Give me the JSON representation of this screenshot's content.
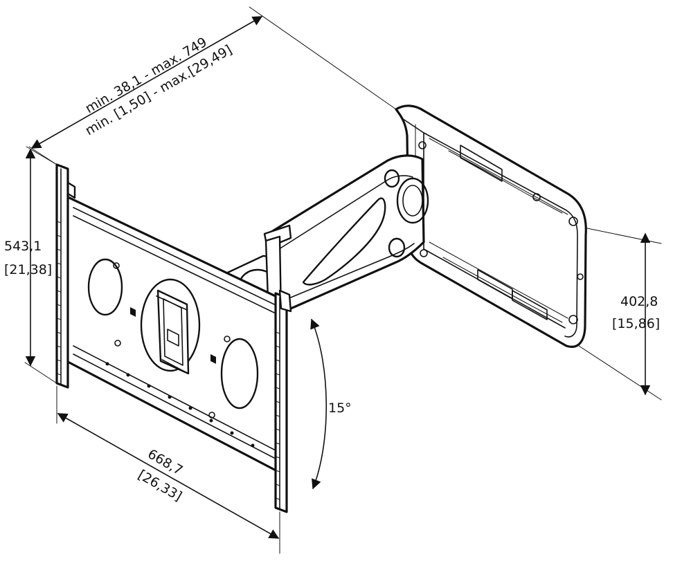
{
  "drawing": {
    "dimensions": {
      "extension": {
        "line1": "min. 38,1 - max. 749",
        "line2": "min. [1,50] - max.[29,49]"
      },
      "wall_height": {
        "value": "543,1",
        "imperial": "[21,38]"
      },
      "plate_width": {
        "value": "668,7",
        "imperial": "[26,33]"
      },
      "arm_height": {
        "value": "402,8",
        "imperial": "[15,86]"
      },
      "tilt": {
        "value": "15°"
      }
    }
  }
}
